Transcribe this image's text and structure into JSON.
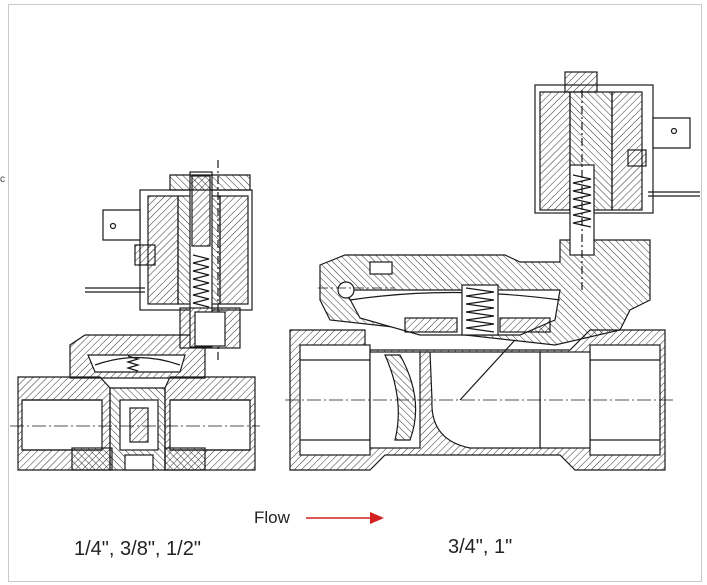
{
  "labels": {
    "flow": "Flow",
    "size_small": "1/4\", 3/8\", 1/2\"",
    "size_large": "3/4\", 1\"",
    "edge_mark": "c"
  },
  "colors": {
    "line": "#1a1a1a",
    "frame": "#c9c9c9",
    "flow_arrow": "#d42020",
    "background": "#ffffff"
  },
  "icons": {
    "flow_arrow": "arrow-right-icon"
  }
}
